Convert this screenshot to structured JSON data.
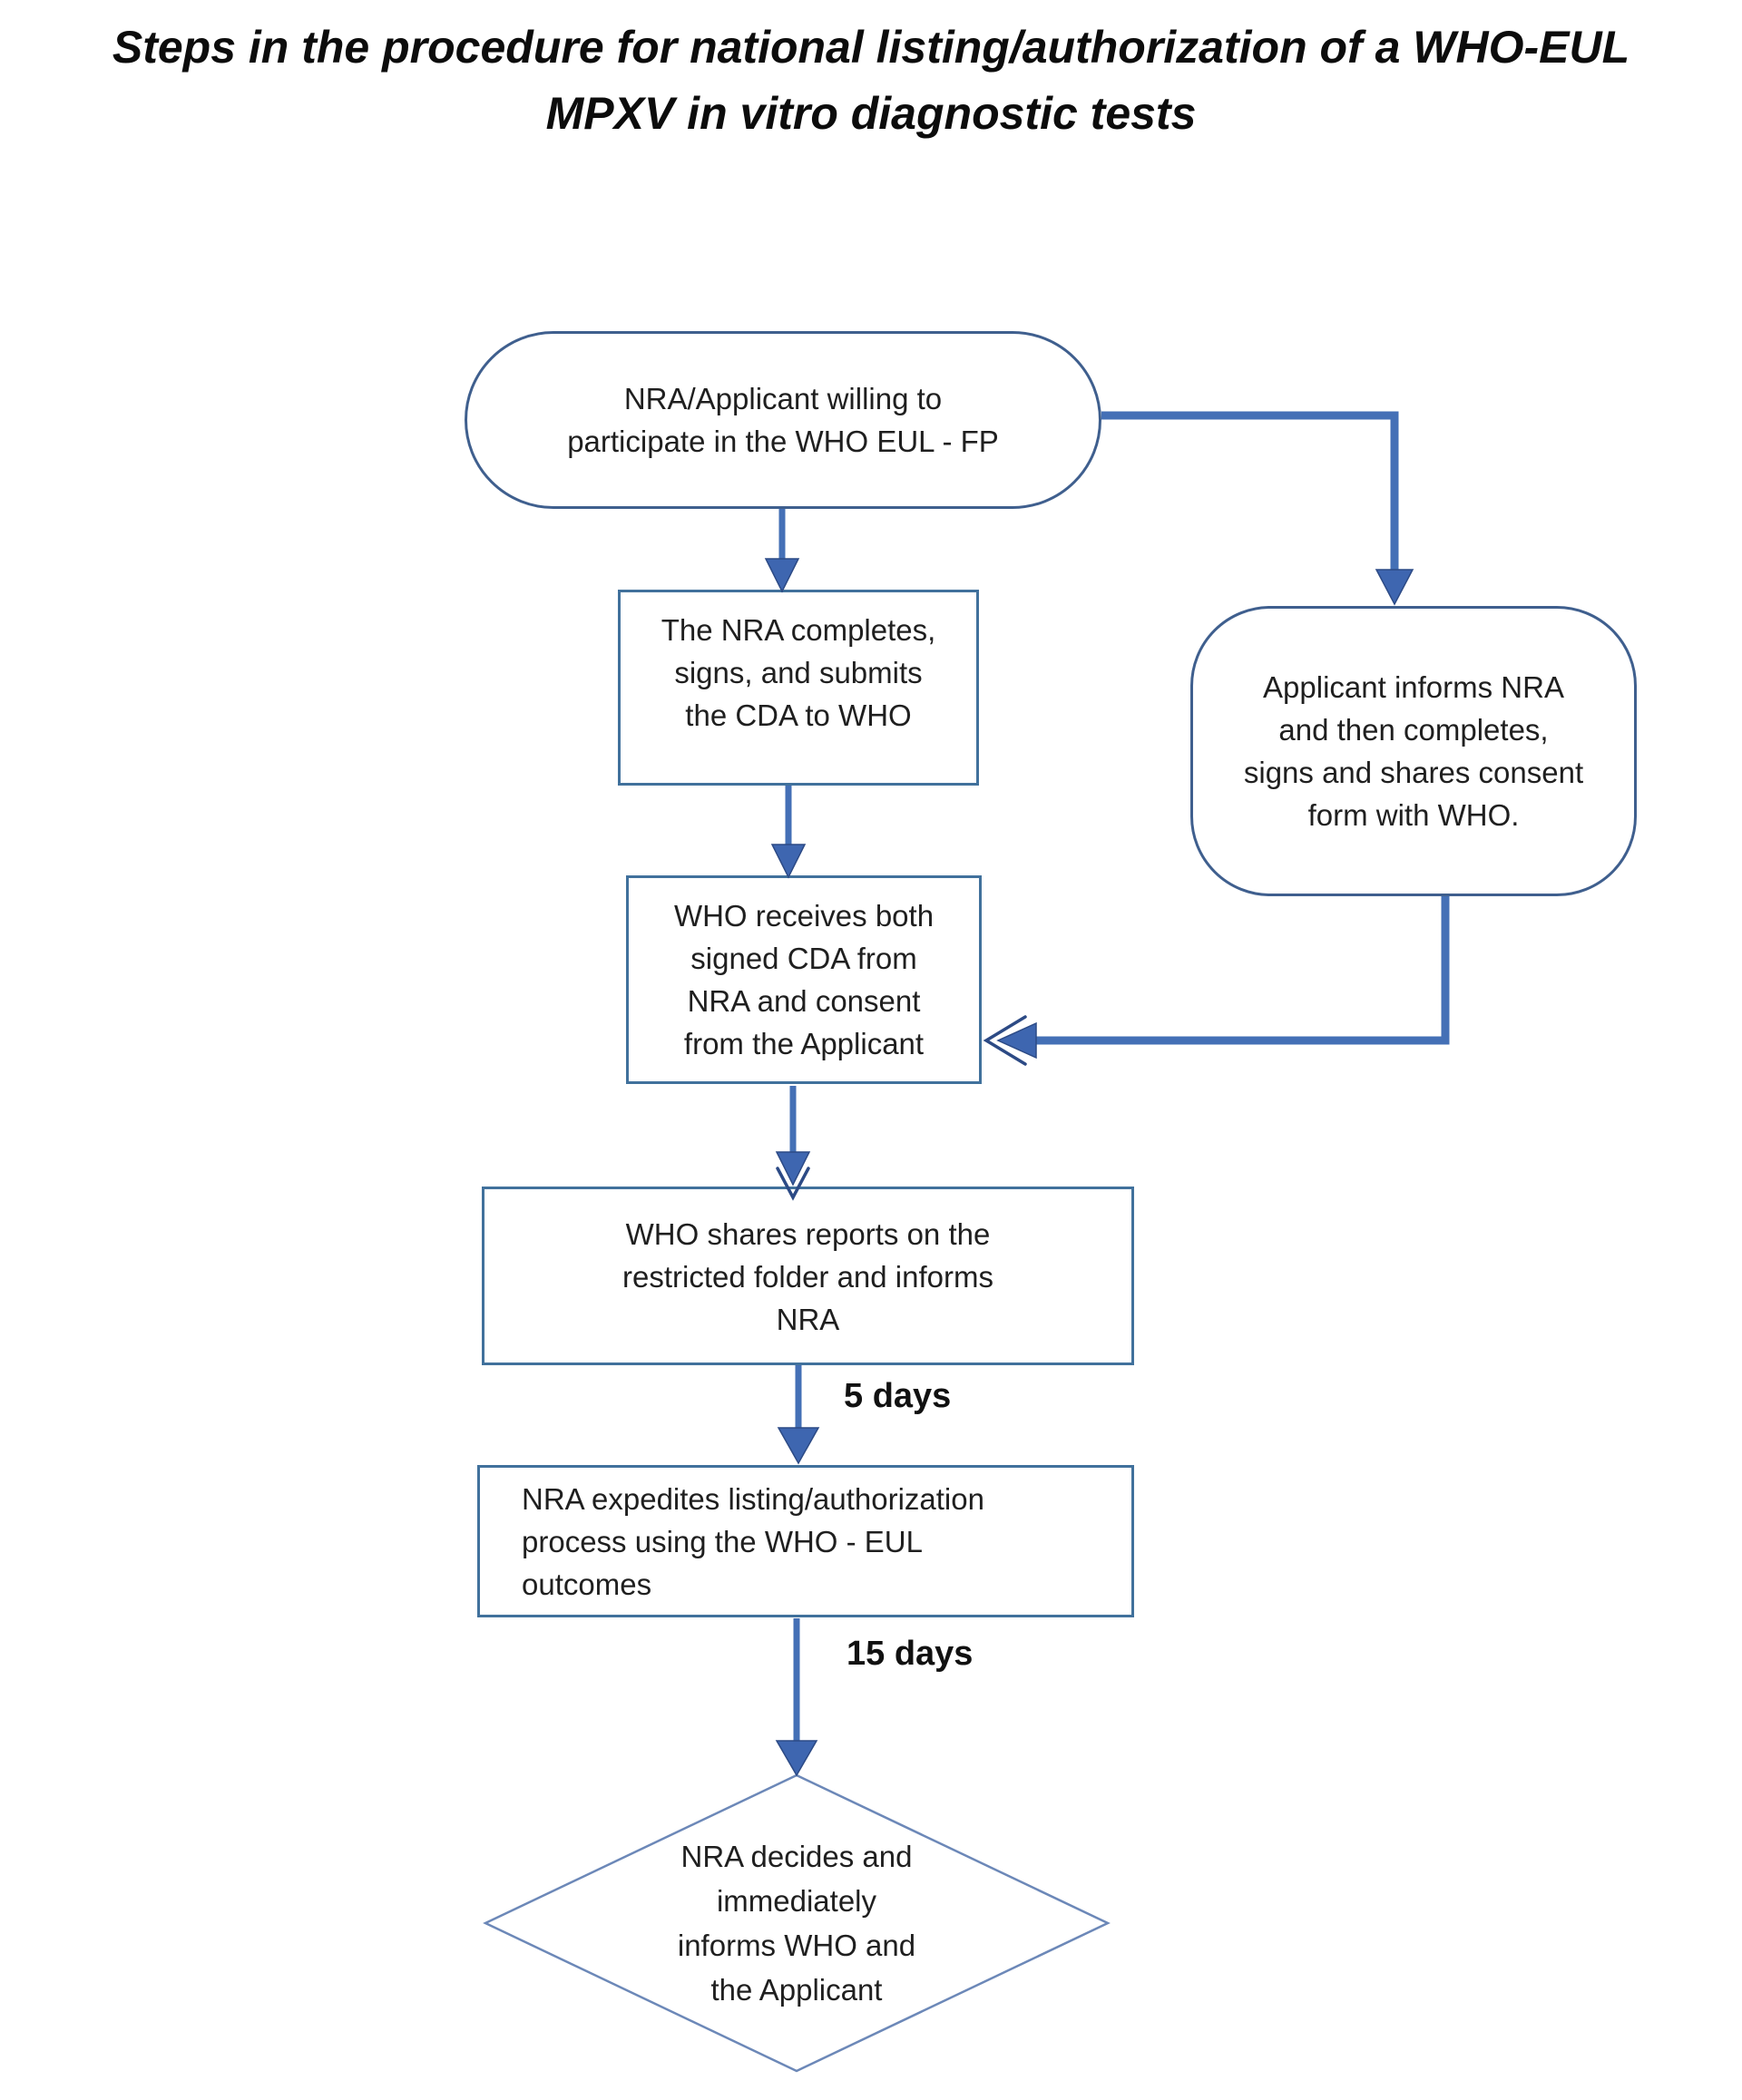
{
  "title": "Steps in the procedure for national listing/authorization of a WHO-EUL\nMPXV in vitro diagnostic tests",
  "colors": {
    "connector": "#4470b6",
    "arrowhead": "#3e66b0",
    "arrowhead_outline": "#2c4a85",
    "box_border": "#41719c",
    "stadium_border": "#3f5f8e",
    "diamond_border": "#6c88b8",
    "text": "#1f1f1f",
    "label": "#111111",
    "background": "#ffffff"
  },
  "nodes": {
    "start": {
      "shape": "stadium",
      "text": "NRA/Applicant willing to\nparticipate in the WHO EUL - FP"
    },
    "nra_cda": {
      "shape": "rectangle",
      "text": "The NRA completes,\nsigns, and submits\nthe CDA to WHO"
    },
    "applicant_consent": {
      "shape": "rounded-rectangle",
      "text": "Applicant informs NRA\nand then completes,\nsigns and shares consent\nform with WHO."
    },
    "who_receives": {
      "shape": "rectangle",
      "text": "WHO receives both\nsigned CDA from\nNRA and consent\nfrom the Applicant"
    },
    "who_shares": {
      "shape": "rectangle",
      "text": "WHO shares reports on the\nrestricted folder and informs\nNRA"
    },
    "nra_expedites": {
      "shape": "rectangle",
      "text": "NRA expedites listing/authorization\nprocess using the WHO - EUL\noutcomes"
    },
    "nra_decides": {
      "shape": "diamond",
      "text": "NRA decides and\nimmediately\ninforms WHO and\nthe Applicant"
    }
  },
  "edge_labels": {
    "five_days": "5 days",
    "fifteen_days": "15 days"
  }
}
